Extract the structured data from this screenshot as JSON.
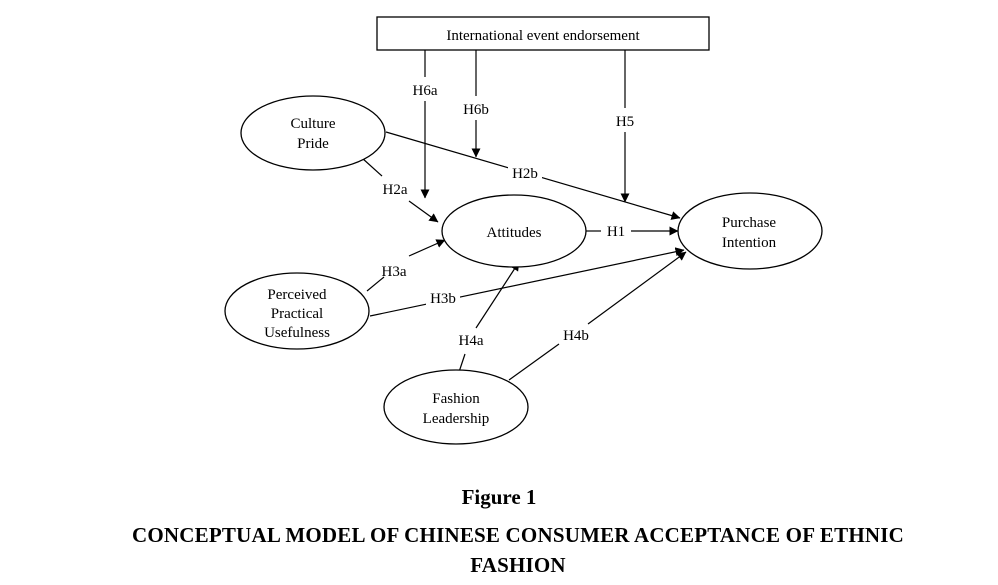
{
  "diagram": {
    "nodes": {
      "endorsement": {
        "lines": [
          "International event endorsement"
        ]
      },
      "culture_pride": {
        "lines": [
          "Culture",
          "Pride"
        ]
      },
      "attitudes": {
        "lines": [
          "Attitudes"
        ]
      },
      "purchase_intention": {
        "lines": [
          "Purchase",
          "Intention"
        ]
      },
      "perceived_usefulness": {
        "lines": [
          "Perceived",
          "Practical",
          "Usefulness"
        ]
      },
      "fashion_leadership": {
        "lines": [
          "Fashion",
          "Leadership"
        ]
      }
    },
    "edges": {
      "h1": "H1",
      "h2a": "H2a",
      "h2b": "H2b",
      "h3a": "H3a",
      "h3b": "H3b",
      "h4a": "H4a",
      "h4b": "H4b",
      "h5": "H5",
      "h6a": "H6a",
      "h6b": "H6b"
    }
  },
  "figure": {
    "number": "Figure 1",
    "caption_line1": "CONCEPTUAL MODEL OF CHINESE CONSUMER ACCEPTANCE OF ETHNIC",
    "caption_line2": "FASHION"
  }
}
